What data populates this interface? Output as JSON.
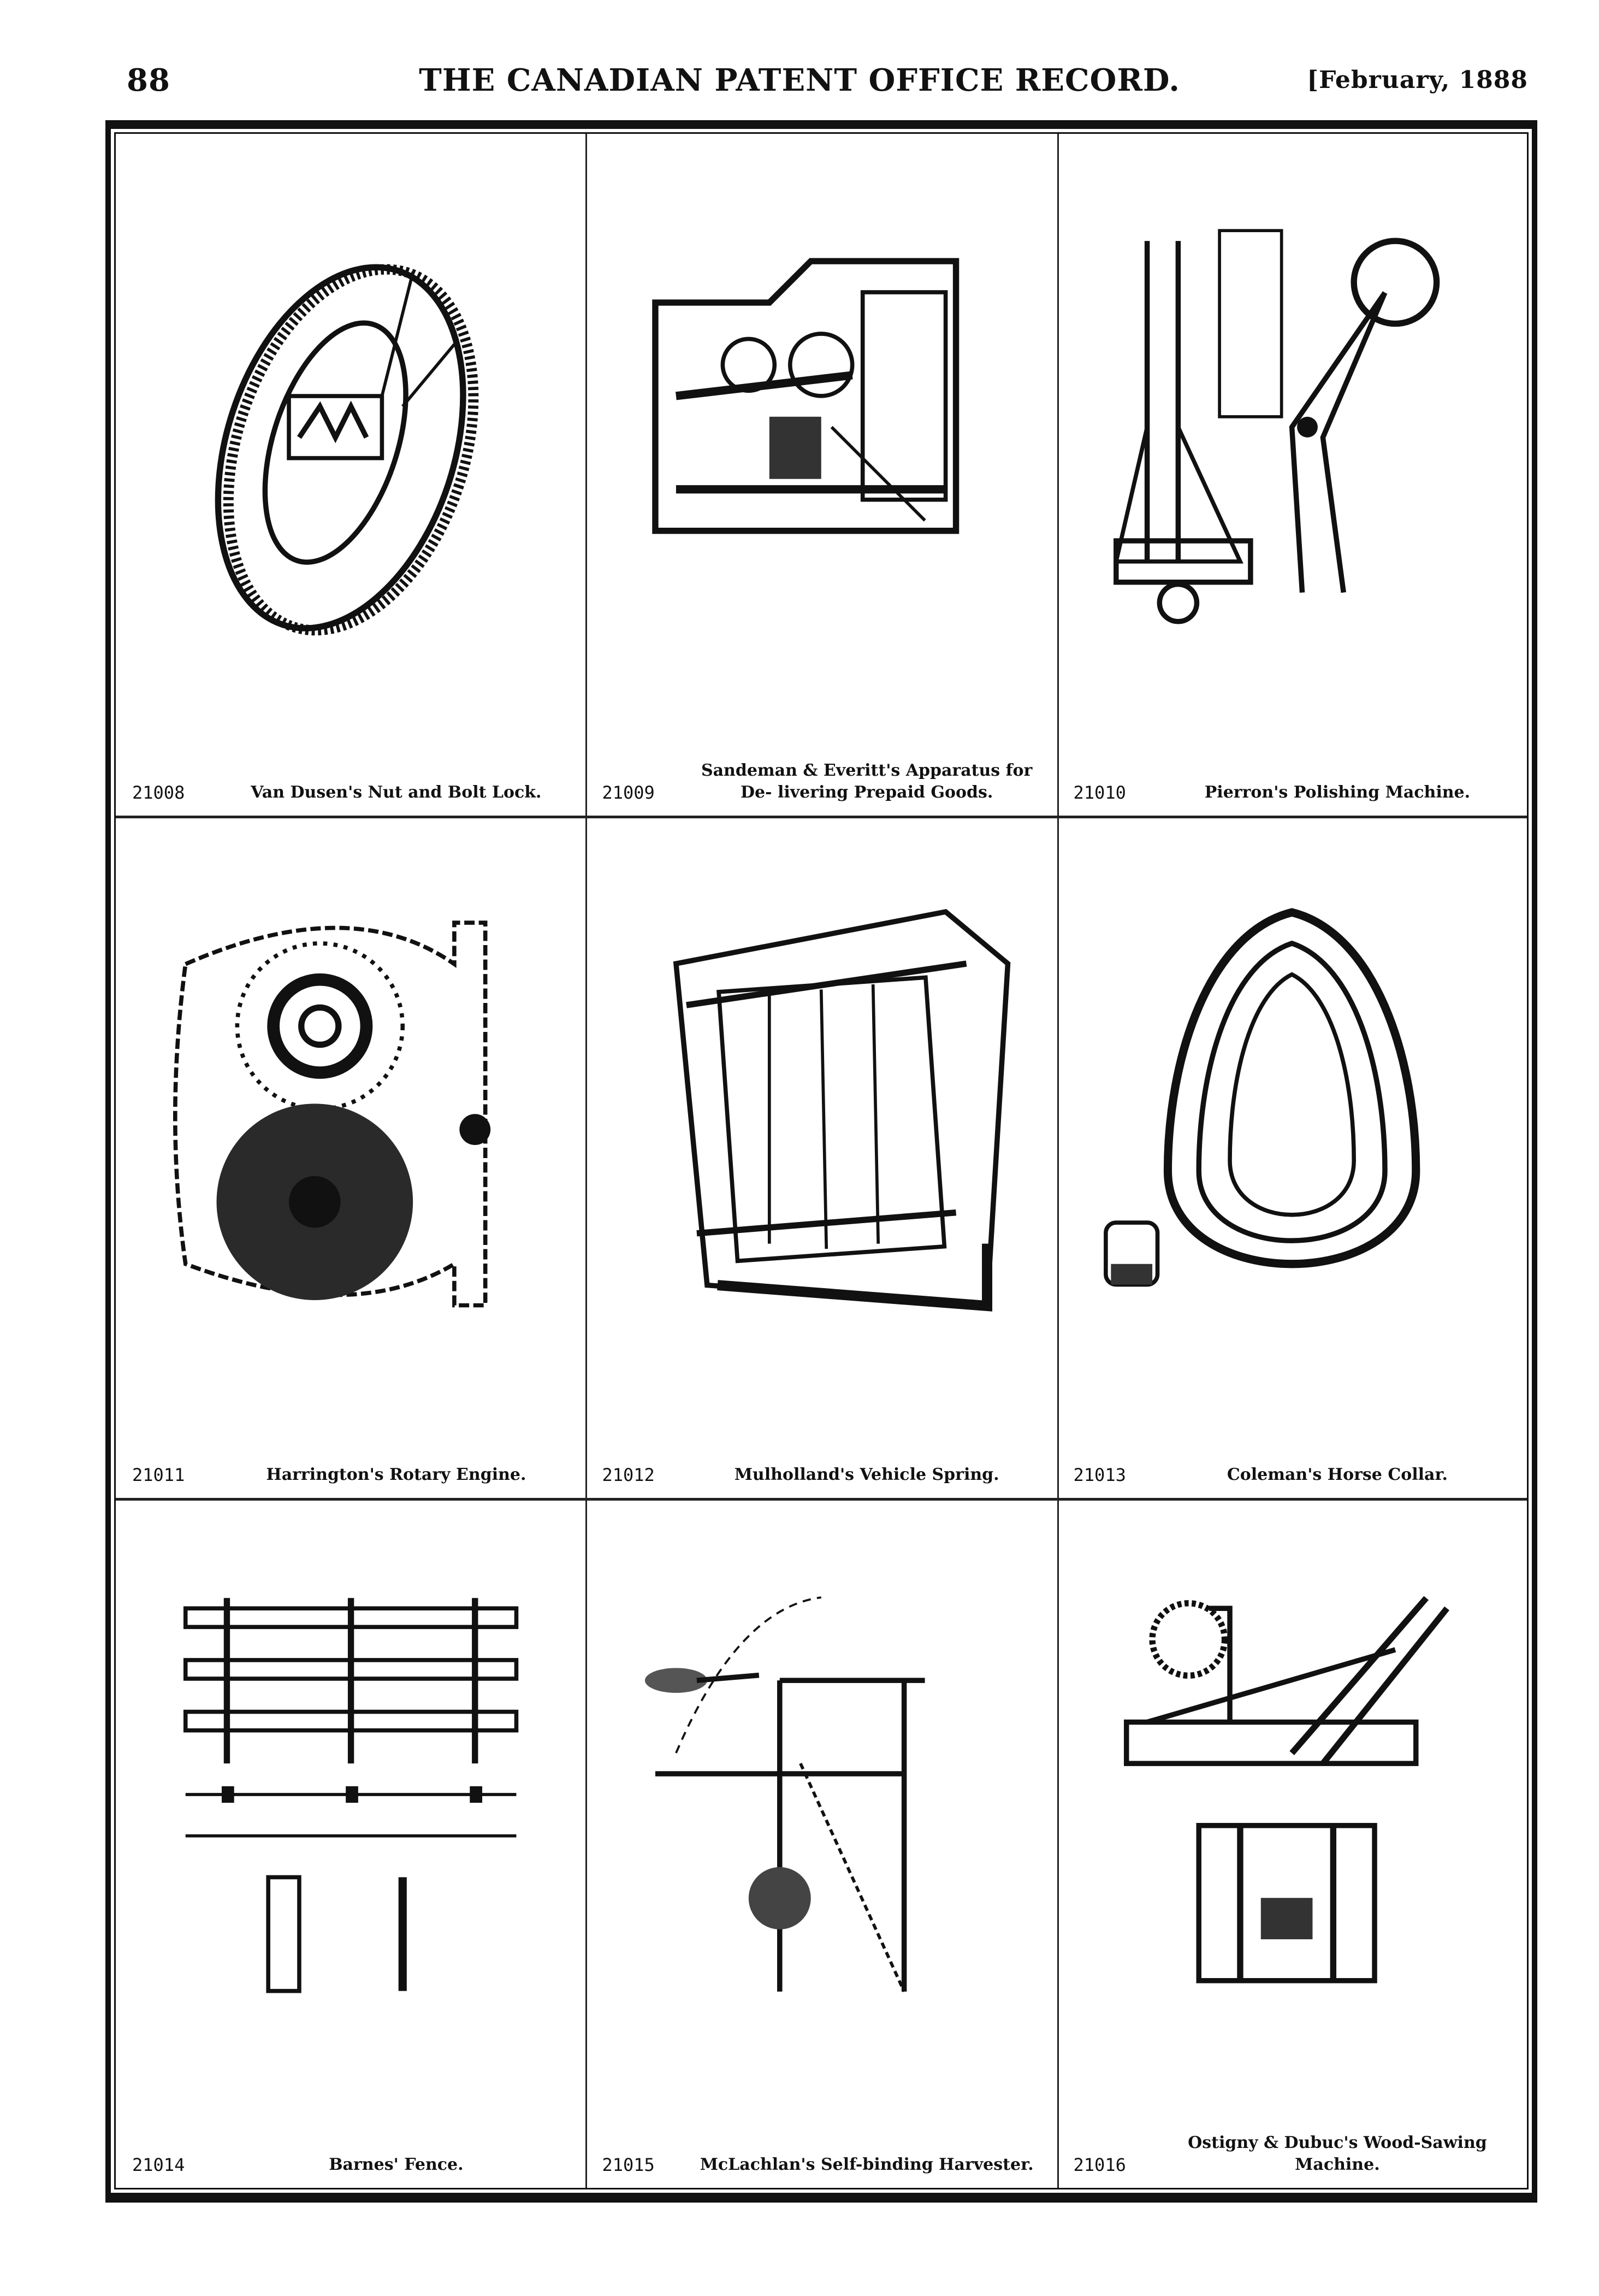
{
  "header": {
    "page_number": "88",
    "title": "THE CANADIAN PATENT OFFICE RECORD.",
    "date": "[February, 1888"
  },
  "patents": [
    {
      "number": "21008",
      "title": "Van Dusen's Nut and Bolt Lock."
    },
    {
      "number": "21009",
      "title": "Sandeman & Everitt's Apparatus for De- livering Prepaid Goods."
    },
    {
      "number": "21010",
      "title": "Pierron's Polishing Machine."
    },
    {
      "number": "21011",
      "title": "Harrington's Rotary Engine."
    },
    {
      "number": "21012",
      "title": "Mulholland's Vehicle Spring."
    },
    {
      "number": "21013",
      "title": "Coleman's Horse Collar."
    },
    {
      "number": "21014",
      "title": "Barnes' Fence."
    },
    {
      "number": "21015",
      "title": "McLachlan's Self-binding Harvester."
    },
    {
      "number": "21016",
      "title": "Ostigny & Dubuc's Wood-Sawing Machine."
    }
  ]
}
